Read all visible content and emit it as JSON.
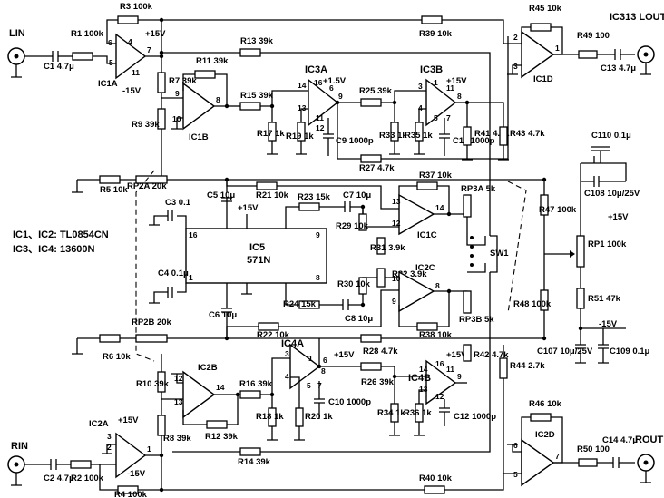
{
  "diagram": {
    "notes": {
      "line1": "IC1、IC2: TL0854CN",
      "line2": "IC3、IC4: 13600N"
    },
    "inputs": {
      "left": "LIN",
      "right": "RIN"
    },
    "outputs": {
      "left": "IC313 LOUT",
      "right": "ROUT"
    },
    "supplies": {
      "pos": "+15V",
      "neg": "-15V",
      "pos_small": "+1.5V"
    },
    "opamps": {
      "ic1a": "IC1A",
      "ic1b": "IC1B",
      "ic1c": "IC1C",
      "ic1d": "IC1D",
      "ic2a": "IC2A",
      "ic2b": "IC2B",
      "ic2c": "IC2C",
      "ic2d": "IC2D",
      "ic3a": "IC3A",
      "ic3b": "IC3B",
      "ic4a": "IC4A",
      "ic4b": "IC4B"
    },
    "ic5": {
      "name": "IC5",
      "part": "571N"
    },
    "switch": "SW1",
    "resistors": {
      "r1": "R1 100k",
      "r2": "R2 100k",
      "r3": "R3 100k",
      "r4": "R4 100k",
      "r5": "R5 10k",
      "r6": "R6 10k",
      "r7": "R7 39k",
      "r8": "R8 39k",
      "r9": "R9 39k",
      "r10": "R10 39k",
      "r11": "R11 39k",
      "r12": "R12 39k",
      "r13": "R13 39k",
      "r14": "R14 39k",
      "r15": "R15 39k",
      "r16": "R16 39k",
      "r17": "R17 1k",
      "r18": "R18 1k",
      "r19": "R19 1k",
      "r20": "R20 1k",
      "r21": "R21 10k",
      "r22": "R22 10k",
      "r23": "R23 15k",
      "r24": "R24 15k",
      "r25": "R25 39k",
      "r26": "R26 39k",
      "r27": "R27 4.7k",
      "r28": "R28 4.7k",
      "r29": "R29 10k",
      "r30": "R30 10k",
      "r31": "R31 3.9k",
      "r32": "R32 3.9k",
      "r33": "R33 1k",
      "r34": "R34 1k",
      "r35": "R35 1k",
      "r36": "R36 1k",
      "r37": "R37 10k",
      "r38": "R38 10k",
      "r39": "R39 10k",
      "r40": "R40 10k",
      "r41": "R41 4.7k",
      "r42": "R42 4.7k",
      "r43": "R43 4.7k",
      "r44": "R44 2.7k",
      "r45": "R45 10k",
      "r46": "R46 10k",
      "r47": "R47 100k",
      "r48": "R48 100k",
      "r49": "R49 100",
      "r50": "R50 100",
      "r51": "R51 47k"
    },
    "capacitors": {
      "c1": "C1 4.7μ",
      "c2": "C2 4.7μ",
      "c3": "C3 0.1",
      "c4": "C4 0.1μ",
      "c5": "C5 10μ",
      "c6": "C6 10μ",
      "c7": "C7 10μ",
      "c8": "C8 10μ",
      "c9": "C9 1000p",
      "c10": "C10 1000p",
      "c11": "C11 1000p",
      "c12": "C12 1000p",
      "c13": "C13 4.7μ",
      "c14": "C14 4.7μ",
      "c107": "C107 10μ/25V",
      "c108": "C108 10μ/25V",
      "c109": "C109 0.1μ",
      "c110": "C110 0.1μ"
    },
    "pots": {
      "rp1": "RP1 100k",
      "rp2a": "RP2A 20k",
      "rp2b": "RP2B 20k",
      "rp3a": "RP3A 5k",
      "rp3b": "RP3B 5k"
    }
  }
}
